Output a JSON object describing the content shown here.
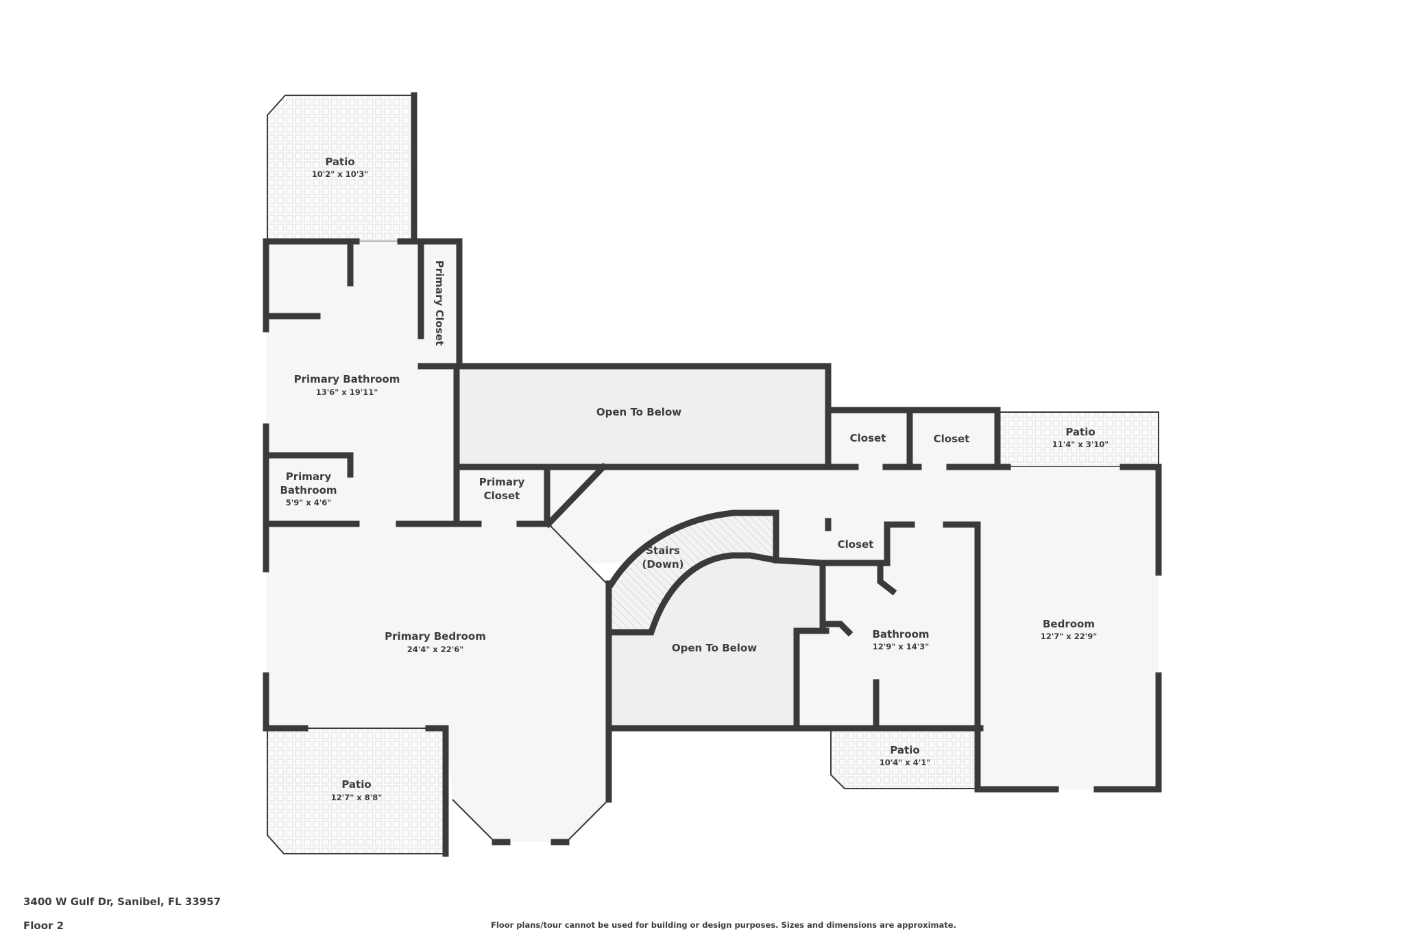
{
  "plan": {
    "floor_label": "Floor 2",
    "address": "3400 W Gulf Dr, Sanibel, FL 33957",
    "disclaimer": "Floor plans/tour cannot be used for building or design purposes. Sizes and dimensions are approximate."
  },
  "rooms": {
    "patio_top": {
      "name": "Patio",
      "dims": "10'2\" x 10'3\""
    },
    "primary_closet_vertical": {
      "name": "Primary Closet"
    },
    "primary_bathroom": {
      "name": "Primary Bathroom",
      "dims": "13'6\" x 19'11\""
    },
    "primary_bathroom_small": {
      "name_line1": "Primary",
      "name_line2": "Bathroom",
      "dims": "5'9\" x 4'6\""
    },
    "primary_closet_small": {
      "name_line1": "Primary",
      "name_line2": "Closet"
    },
    "open_to_below_top": {
      "name": "Open To Below"
    },
    "closet_1": {
      "name": "Closet"
    },
    "closet_2": {
      "name": "Closet"
    },
    "patio_right": {
      "name": "Patio",
      "dims": "11'4\" x 3'10\""
    },
    "closet_3": {
      "name": "Closet"
    },
    "stairs": {
      "name_line1": "Stairs",
      "name_line2": "(Down)"
    },
    "open_to_below_center": {
      "name": "Open To Below"
    },
    "bathroom": {
      "name": "Bathroom",
      "dims": "12'9\" x 14'3\""
    },
    "bedroom": {
      "name": "Bedroom",
      "dims": "12'7\" x 22'9\""
    },
    "primary_bedroom": {
      "name": "Primary Bedroom",
      "dims": "24'4\" x 22'6\""
    },
    "patio_bottom_left": {
      "name": "Patio",
      "dims": "12'7\" x 8'8\""
    },
    "patio_bottom_center": {
      "name": "Patio",
      "dims": "10'4\" x 4'1\""
    }
  },
  "colors": {
    "wall": "#3a3a3a",
    "room_fill": "#f6f6f6",
    "open_below_fill": "#efefef",
    "label": "#3d3d3d"
  }
}
